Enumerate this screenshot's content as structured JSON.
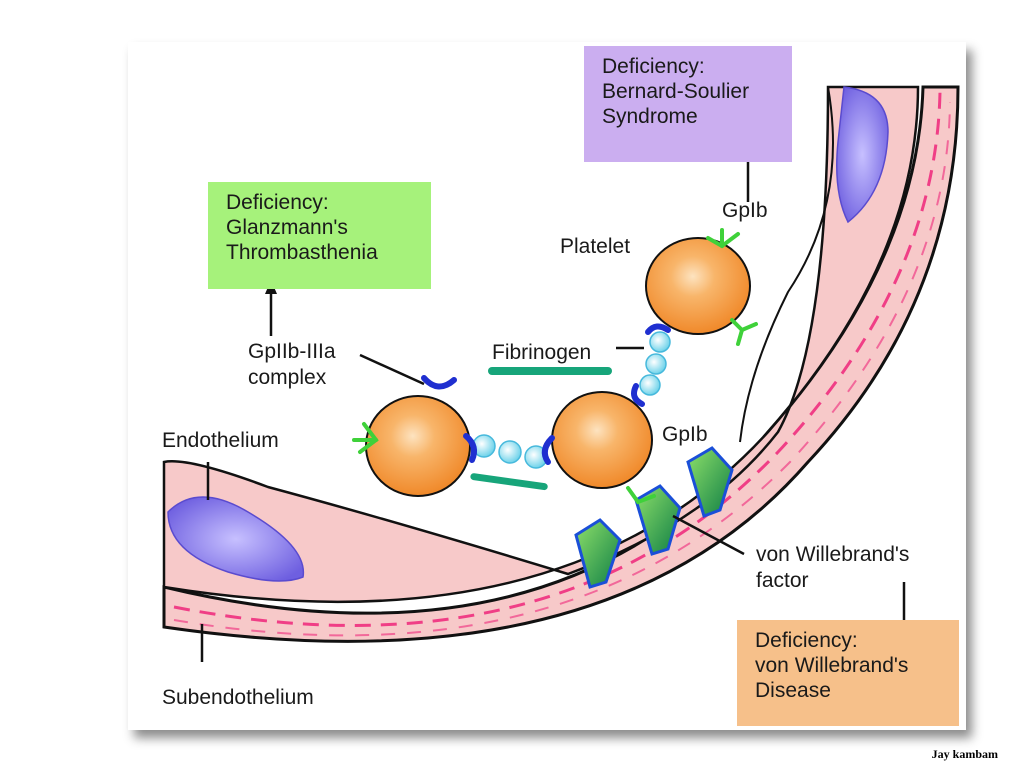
{
  "colors": {
    "green_box": "#a6f27b",
    "purple_box": "#cbaef0",
    "orange_box": "#f6c08a",
    "platelet": "#f59a3c",
    "vessel": "#f7c9c9",
    "nucleus": "#8a7ae6",
    "receptor_green": "#3fd13a",
    "receptor_blue": "#1f2fd0",
    "fibrinogen_bead": "#9be4f2",
    "vwf": "#1a9a4a"
  },
  "boxes": {
    "glanzmann": [
      "Deficiency:",
      "Glanzmann's",
      "Thrombasthenia"
    ],
    "bernard": [
      "Deficiency:",
      "Bernard-Soulier",
      "Syndrome"
    ],
    "vwd": [
      "Deficiency:",
      "von Willebrand's",
      "Disease"
    ]
  },
  "labels": {
    "platelet": "Platelet",
    "gpib_top": "GpIb",
    "gpib_mid": "GpIb",
    "gpiib_line1": "GpIIb-IIIa",
    "gpiib_line2": "complex",
    "fibrinogen": "Fibrinogen",
    "endothelium": "Endothelium",
    "subendothelium": "Subendothelium",
    "vwf_line1": "von Willebrand's",
    "vwf_line2": "factor"
  },
  "footer": "Jay kambam"
}
